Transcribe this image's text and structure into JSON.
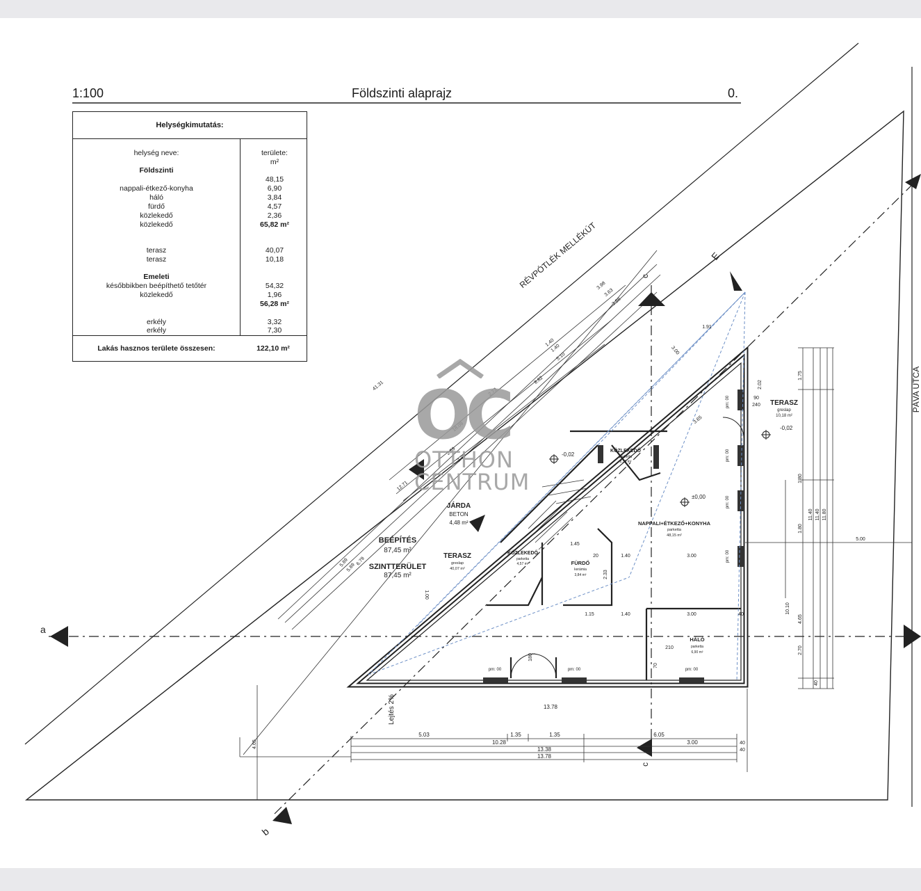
{
  "header": {
    "scale": "1:100",
    "title": "Földszinti alaprajz",
    "sheet_no": "0."
  },
  "room_table": {
    "title": "Helységkimutatás:",
    "col_name": "helység neve:",
    "col_area": "területe:",
    "col_area_unit": "m²",
    "ground_heading": "Földszinti",
    "ground_rooms": [
      "nappali-étkező-konyha",
      "háló",
      "fürdő",
      "közlekedő",
      "közlekedő"
    ],
    "ground_areas": [
      "48,15",
      "6,90",
      "3,84",
      "4,57",
      "2,36"
    ],
    "ground_total": "65,82 m²",
    "terraces": [
      "terasz",
      "terasz"
    ],
    "terrace_areas": [
      "40,07",
      "10,18"
    ],
    "upper_heading": "Emeleti",
    "upper_rooms": [
      "későbbikben beépíthető tetőtér",
      "közlekedő"
    ],
    "upper_areas": [
      "54,32",
      "1,96"
    ],
    "upper_total": "56,28 m²",
    "balconies": [
      "erkély",
      "erkély"
    ],
    "balcony_areas": [
      "3,32",
      "7,30"
    ],
    "total_label": "Lakás hasznos területe összesen:",
    "total_value": "122,10 m²"
  },
  "plan": {
    "street_side": "RÉVPÓTLÉK MELLÉKÚT",
    "street_right": "PÁVA UTCA",
    "rooms": {
      "terasz_ne": {
        "name": "TERASZ",
        "finish": "greslap",
        "area": "10,18 m²"
      },
      "kozlekedo_1": {
        "name": "KÖZLEKEDŐ",
        "finish": "parketta",
        "area": "2,36 m²"
      },
      "living": {
        "name": "NAPPALI+ÉTKEZŐ+KONYHA",
        "finish": "parketta",
        "area": "48,15 m²"
      },
      "jarda": {
        "name": "JÁRDA",
        "finish": "BETON",
        "area": "4,48 m²"
      },
      "terasz_w": {
        "name": "TERASZ",
        "finish": "greslap",
        "area": "40,07 m²"
      },
      "kozlekedo_2": {
        "name": "KÖZLEKEDŐ",
        "finish": "parketta",
        "area": "4,57 m²"
      },
      "furdo": {
        "name": "FÜRDŐ",
        "finish": "kerámia",
        "area": "3,84 m²"
      },
      "halo": {
        "name": "HÁLÓ",
        "finish": "parketta",
        "area": "6,90 m²"
      }
    },
    "beepites": {
      "label": "BEÉPÍTÉS",
      "value": "87,45 m²"
    },
    "szintterulet": {
      "label": "SZINTTERÜLET",
      "value": "87,45 m²"
    },
    "levels": {
      "terasz": "-0,02",
      "living": "±0,00",
      "terasz_ne": "-0,02"
    },
    "slope": "Lejtés 2%",
    "sections": {
      "a": "a",
      "b": "b",
      "c": "c",
      "e": "E"
    },
    "dims_bottom": [
      "5.03",
      "1.35",
      "1.35",
      "6.05",
      "3.00",
      "10.28",
      "13.38",
      "13.78",
      "13.78"
    ],
    "dims_right": [
      "1.75",
      "1.80",
      "1.80",
      "11.40",
      "11.40",
      "11.80",
      "4.65",
      "2.70",
      "10.10",
      "5.00",
      "40",
      "40",
      "40"
    ],
    "dims_inner": [
      "1.40",
      "3.00",
      "1.15",
      "1.40",
      "3.00",
      "1.45",
      "2.33",
      "2.02",
      "3.65",
      "1.91",
      "3.00",
      "20",
      "40",
      "90",
      "240",
      "180",
      "210",
      "70"
    ],
    "dims_diag": [
      "3.98",
      "3.63",
      "3.58",
      "1.40",
      "1.40",
      "5.10",
      "8.82",
      "2.73",
      "18.09",
      "2.59",
      "2.30",
      "12.71",
      "5.89",
      "5.89",
      "6.79",
      "41.31",
      "1.00",
      "4.65"
    ],
    "window_marks": [
      "pm: 00",
      "pm: 00",
      "pm: 00",
      "pm: 00",
      "pm: 00",
      "pm: 00",
      "pm: 00"
    ]
  },
  "logo": {
    "mark": "OC",
    "line1": "OTTHON",
    "line2": "CENTRUM"
  }
}
